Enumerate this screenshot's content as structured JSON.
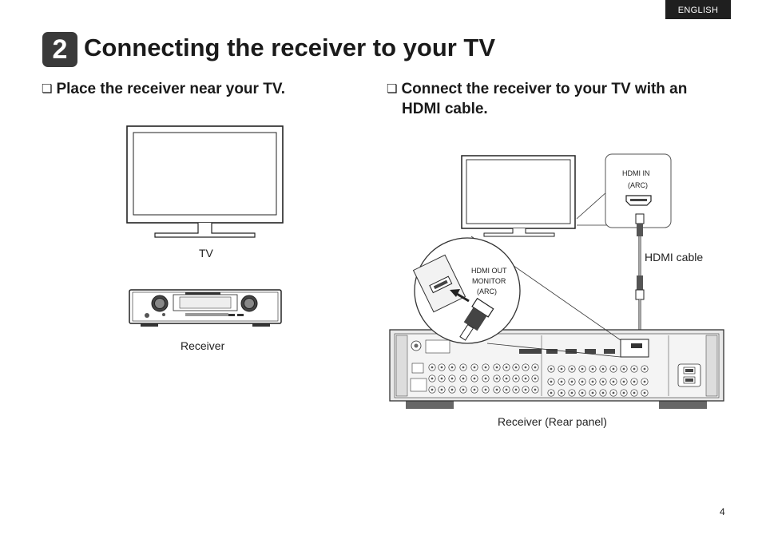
{
  "header": {
    "language_tab": "ENGLISH"
  },
  "section": {
    "step_number": "2",
    "title": "Connecting the receiver to your TV"
  },
  "left": {
    "heading_box": "❏",
    "heading": "Place the receiver near your TV.",
    "tv_caption": "TV",
    "receiver_caption": "Receiver"
  },
  "right": {
    "heading_box": "❏",
    "heading_line1": "Connect the receiver to your TV with an",
    "heading_line2": "HDMI cable.",
    "hdmi_in_label": "HDMI IN",
    "hdmi_in_arc": "(ARC)",
    "hdmi_out_label1": "HDMI OUT",
    "hdmi_out_label2": "MONITOR",
    "hdmi_out_arc": "(ARC)",
    "hdmi_cable_caption": "HDMI cable",
    "rear_panel_caption": "Receiver (Rear panel)"
  },
  "footer": {
    "page_number": "4"
  }
}
